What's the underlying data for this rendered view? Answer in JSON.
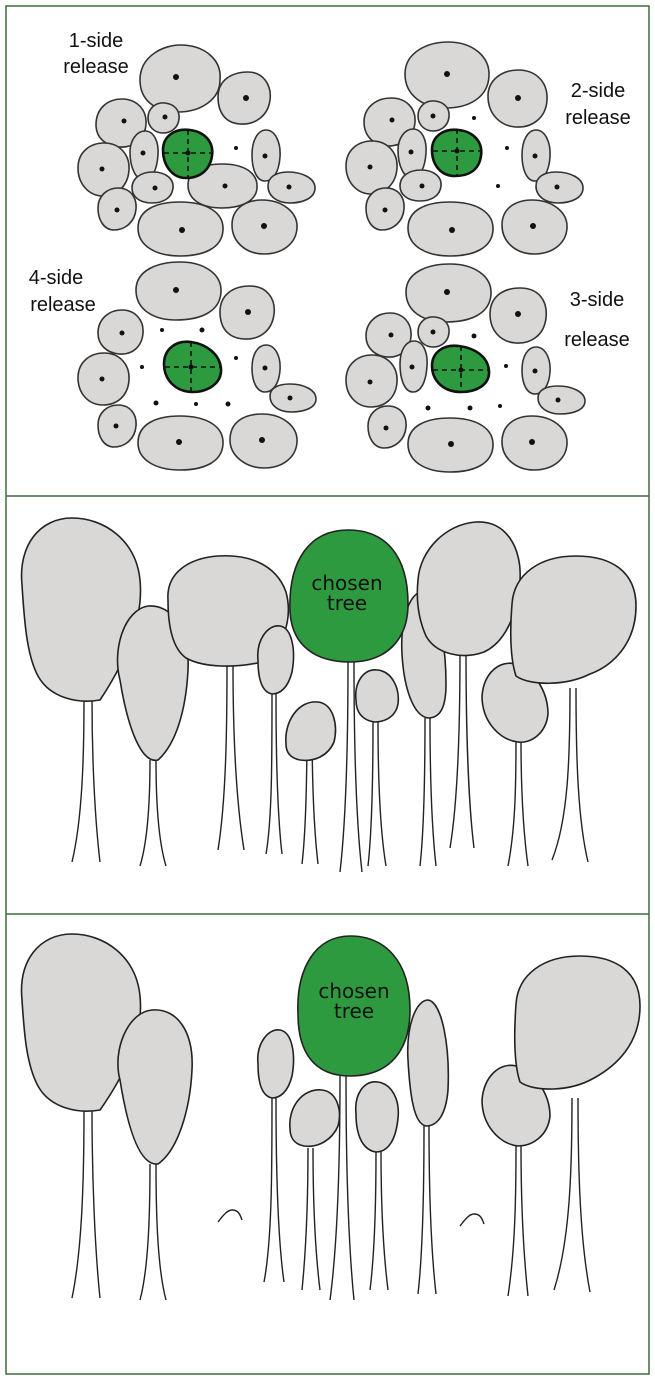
{
  "panels": {
    "release": {
      "quadrants": [
        {
          "line1": "1-side",
          "line2": "release"
        },
        {
          "line1": "2-side",
          "line2": "release"
        },
        {
          "line1": "4-side",
          "line2": "release"
        },
        {
          "line1": "3-side",
          "line2": "release"
        }
      ]
    },
    "before": {
      "chosen_line1": "chosen",
      "chosen_line2": "tree"
    },
    "after": {
      "chosen_line1": "chosen",
      "chosen_line2": "tree"
    }
  },
  "colors": {
    "chosen_fill": "#2e9a3f",
    "crown_fill": "#d9d8d6",
    "frame_stroke": "#3f6b3f",
    "outline": "#222222"
  }
}
